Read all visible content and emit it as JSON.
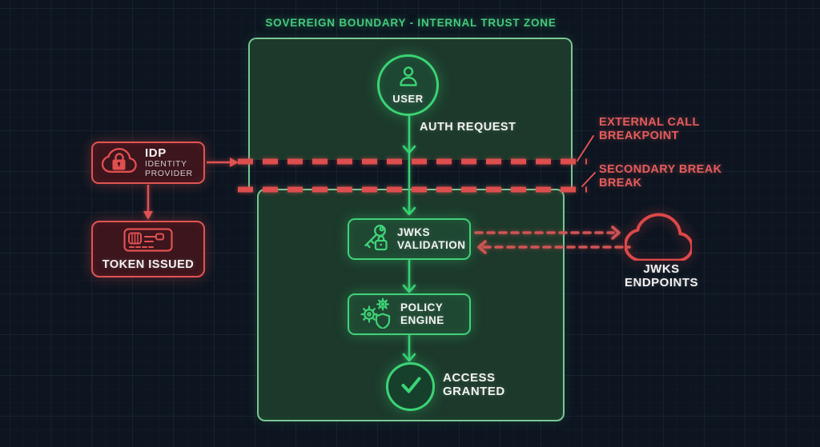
{
  "title": "SOVEREIGN BOUNDARY - INTERNAL TRUST ZONE",
  "nodes": {
    "user": {
      "label": "USER"
    },
    "idp": {
      "name": "IDP",
      "sub1": "IDENTITY",
      "sub2": "PROVIDER"
    },
    "token": {
      "label": "TOKEN ISSUED"
    },
    "jwks_validation": {
      "line1": "JWKS",
      "line2": "VALIDATION"
    },
    "policy_engine": {
      "line1": "POLICY",
      "line2": "ENGINE"
    },
    "access_granted": {
      "line1": "ACCESS",
      "line2": "GRANTED"
    },
    "jwks_endpoints": {
      "line1": "JWKS",
      "line2": "ENDPOINTS"
    }
  },
  "edges": {
    "auth_request": "AUTH REQUEST"
  },
  "annotations": {
    "external_break": {
      "line1": "EXTERNAL CALL",
      "line2": "BREAKPOINT"
    },
    "secondary_break": {
      "line1": "SECONDARY BREAK",
      "line2": "BREAK"
    }
  },
  "icons": {
    "user": "user-icon",
    "idp": "cloud-lock-icon",
    "token": "card-chip-icon",
    "jwks_validation": "key-lock-icon",
    "policy_engine": "gears-shield-icon",
    "access_granted": "check-icon",
    "jwks_endpoints": "cloud-icon"
  },
  "colors": {
    "background": "#0d1520",
    "zone_fill": "#1c392b",
    "zone_border": "#79c795",
    "green_accent": "#3bd475",
    "green_node_fill": "#1f4833",
    "red_accent": "#e05454",
    "red_node_fill": "#3c151d",
    "title_green": "#44ca7c",
    "label_red": "#e45c5c",
    "text_white": "#f2f5f2"
  }
}
